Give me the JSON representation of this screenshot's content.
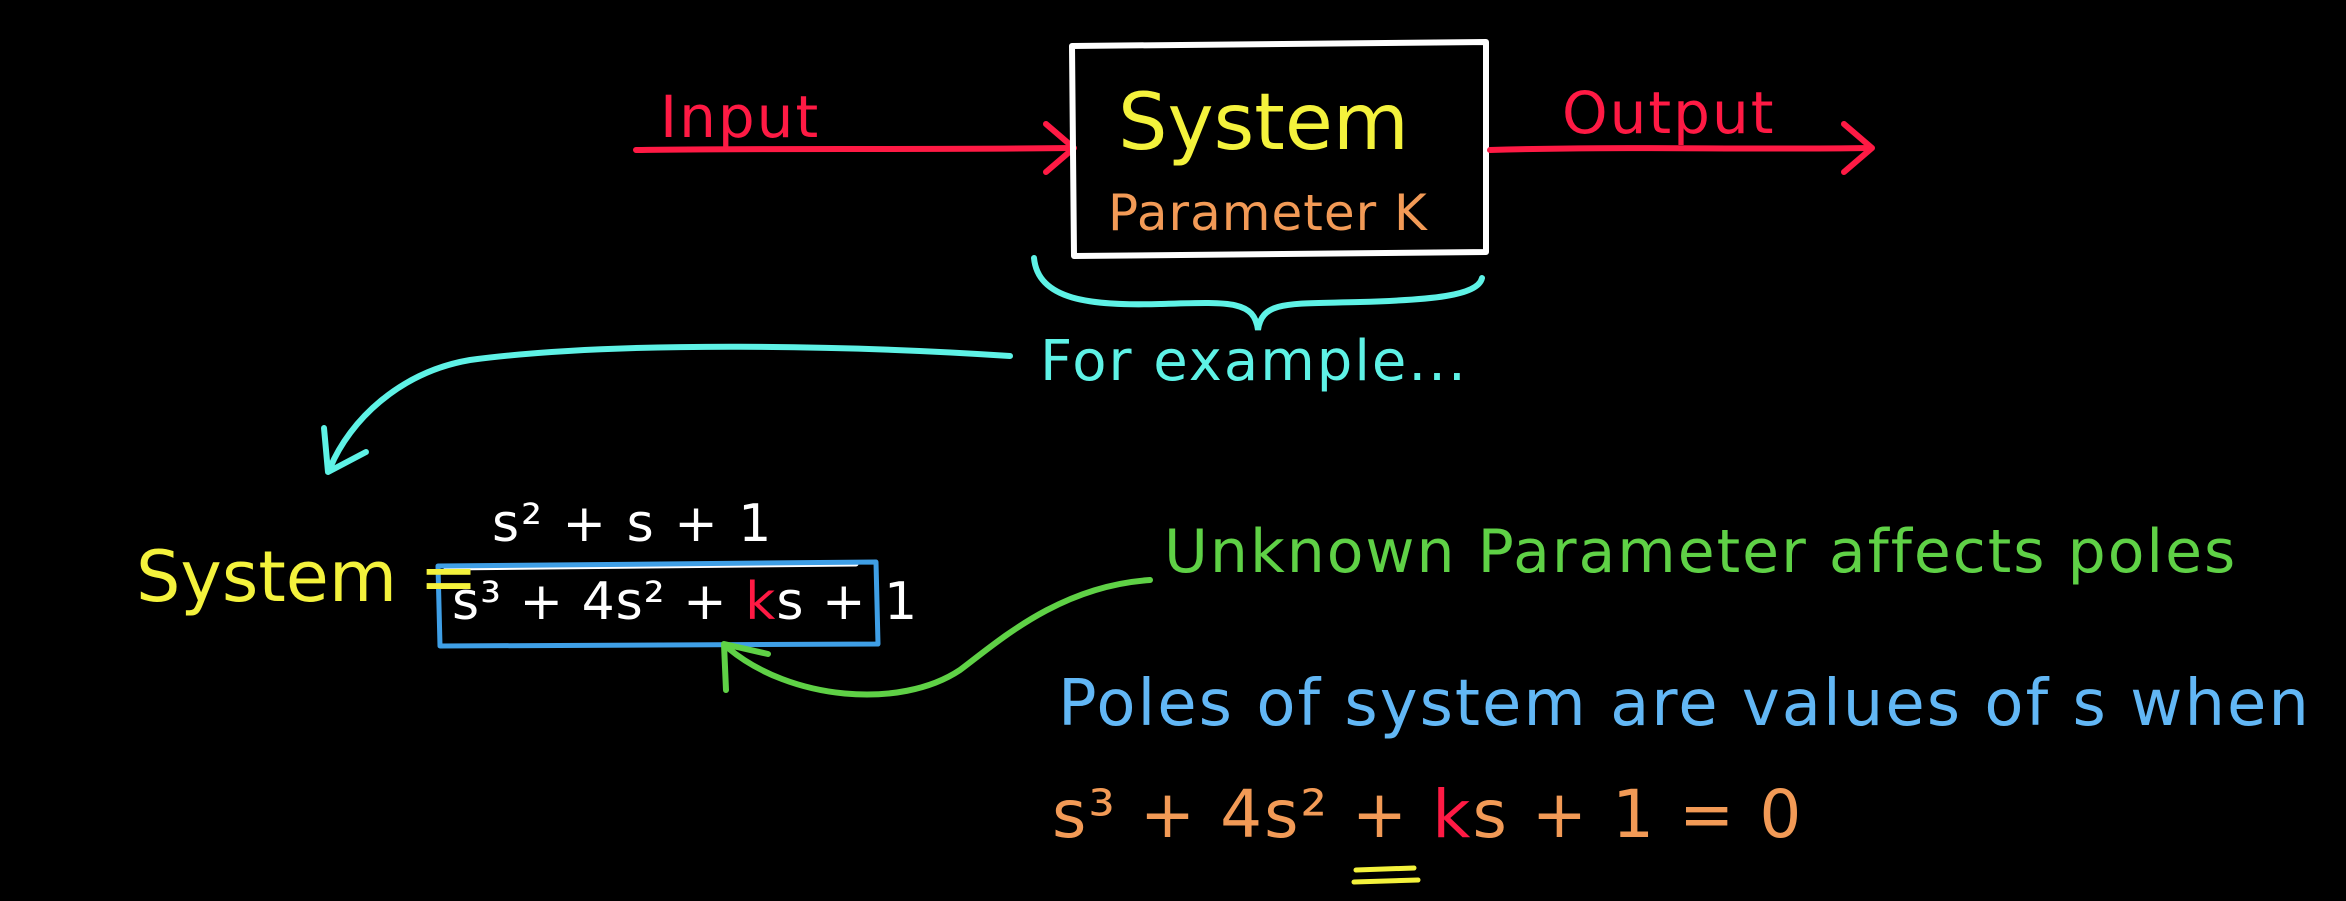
{
  "block_diagram": {
    "input_label": "Input",
    "output_label": "Output",
    "block_title": "System",
    "block_parameter": "Parameter K"
  },
  "brace_caption": "For example...",
  "transfer_function": {
    "lhs": "System =",
    "numerator": "s² + s + 1",
    "denominator_part1": "s³ + 4s² + ",
    "denominator_k": "k",
    "denominator_part2": "s + 1"
  },
  "annotation": "Unknown Parameter affects poles",
  "poles_statement": "Poles of system are values of s when",
  "characteristic_equation": {
    "part1": "s³ + 4s² + ",
    "k": "k",
    "part2": "s + 1 = 0"
  },
  "colors": {
    "background": "#000000",
    "signal_arrows": "#ff1a44",
    "system_text": "#f4f23c",
    "parameter_text": "#f29a56",
    "block_border": "#ffffff",
    "example_text": "#5ef2e6",
    "annotation_text": "#5fd146",
    "poles_text": "#62b7f5",
    "denominator_box": "#3f9fe6",
    "k_highlight": "#ff1a44",
    "underline": "#f4f23c"
  }
}
